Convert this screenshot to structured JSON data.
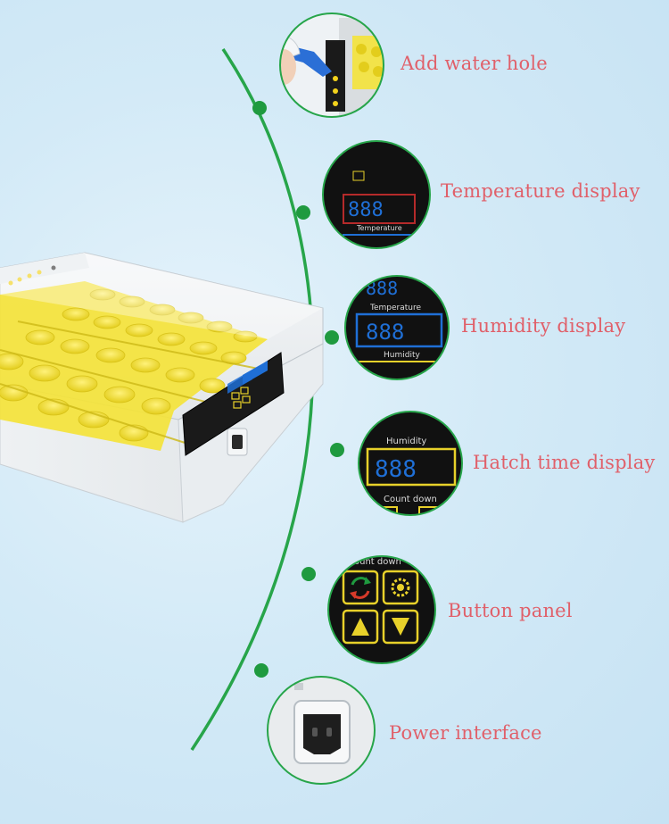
{
  "callouts": [
    {
      "id": "water",
      "label": "Add water hole"
    },
    {
      "id": "temp",
      "label": "Temperature display"
    },
    {
      "id": "humid",
      "label": "Humidity display"
    },
    {
      "id": "hatch",
      "label": "Hatch time display"
    },
    {
      "id": "buttons",
      "label": "Button panel"
    },
    {
      "id": "power",
      "label": "Power interface"
    }
  ],
  "lcd": {
    "digits": "888",
    "temperature_caption": "Temperature",
    "humidity_caption": "Humidity",
    "countdown_caption": "Count down"
  },
  "colors": {
    "background": "#cfe7f6",
    "curve": "#27a54a",
    "label": "#e0606a",
    "tray_yellow": "#f4e33a",
    "lcd_blue": "#1f6fd6",
    "button_yellow": "#e8d12a"
  },
  "icons": [
    "refresh-icon",
    "gear-icon",
    "arrow-up-icon",
    "arrow-down-icon",
    "power-socket-icon",
    "water-dropper-icon"
  ]
}
